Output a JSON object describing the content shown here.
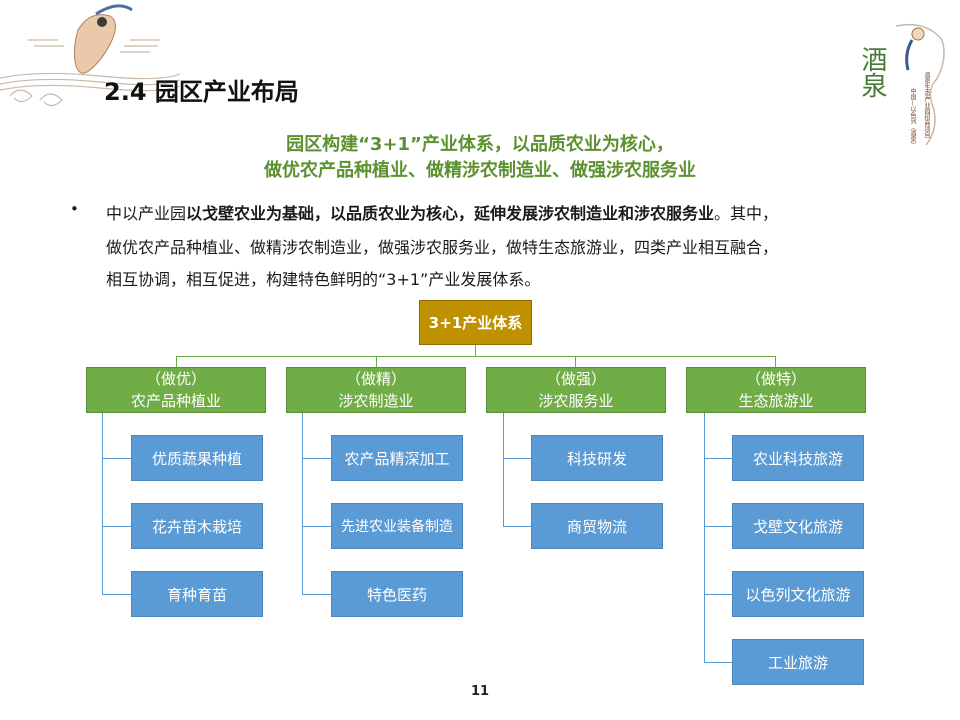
{
  "header": {
    "title": "2.4 园区产业布局",
    "logo_text": "酒泉",
    "logo_caption": [
      "酒泉生态产业园招商项目",
      "中国—以色列（酒泉）"
    ]
  },
  "subtitle": {
    "line1": "园区构建“3+1”产业体系，以品质农业为核心，",
    "line2": "做优农产品种植业、做精涉农制造业、做强涉农服务业"
  },
  "body": {
    "bullet": "•",
    "line1_prefix": "中以产业园",
    "line1_bold": "以戈壁农业为基础，以品质农业为核心，延伸发展涉农制造业和涉农服务业",
    "line1_suffix": "。其中，",
    "line2": "做优农产品种植业、做精涉农制造业，做强涉农服务业，做特生态旅游业，四类产业相互融合，",
    "line3": "相互协调，相互促进，构建特色鲜明的“3+1”产业发展体系。"
  },
  "chart": {
    "root": "3+1产业体系",
    "categories": [
      {
        "tag": "（做优）",
        "name": "农产品种植业",
        "items": [
          "优质蔬果种植",
          "花卉苗木栽培",
          "育种育苗"
        ]
      },
      {
        "tag": "（做精）",
        "name": "涉农制造业",
        "items": [
          "农产品精深加工",
          "先进农业装备制造",
          "特色医药"
        ]
      },
      {
        "tag": "（做强）",
        "name": "涉农服务业",
        "items": [
          "科技研发",
          "商贸物流"
        ]
      },
      {
        "tag": "（做特）",
        "name": "生态旅游业",
        "items": [
          "农业科技旅游",
          "戈壁文化旅游",
          "以色列文化旅游",
          "工业旅游"
        ]
      }
    ]
  },
  "footer": {
    "page_number": "11"
  },
  "colors": {
    "root": "#bf9000",
    "category": "#70ad47",
    "leaf": "#5b9bd5",
    "subtitle": "#5d9130"
  }
}
